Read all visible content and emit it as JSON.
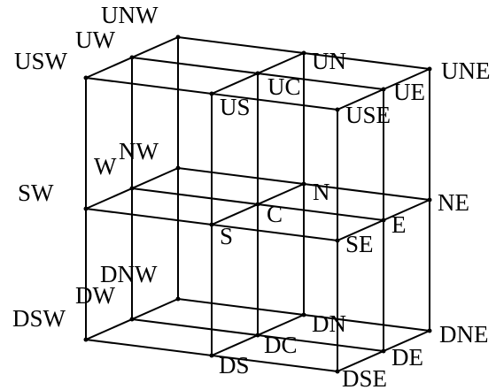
{
  "diagram": {
    "description_labels": {
      "top_layer": [
        "UNW",
        "UW",
        "USW",
        "UN",
        "UC",
        "US",
        "UNE",
        "UE",
        "USE"
      ],
      "middle_layer": [
        "NW",
        "W",
        "SW",
        "N",
        "C",
        "S",
        "NE",
        "E",
        "SE"
      ],
      "bottom_layer": [
        "DNW",
        "DW",
        "DSW",
        "DN",
        "DC",
        "DS",
        "DNE",
        "DE",
        "DSE"
      ]
    },
    "labels": {
      "UNW": "UNW",
      "UW": "UW",
      "USW": "USW",
      "UN": "UN",
      "UC": "UC",
      "US": "US",
      "UNE": "UNE",
      "UE": "UE",
      "USE": "USE",
      "NW": "NW",
      "W": "W",
      "SW": "SW",
      "N": "N",
      "C": "C",
      "S": "S",
      "NE": "NE",
      "E": "E",
      "SE": "SE",
      "DNW": "DNW",
      "DW": "DW",
      "DSW": "DSW",
      "DN": "DN",
      "DC": "DC",
      "DS": "DS",
      "DNE": "DNE",
      "DE": "DE",
      "DSE": "DSE"
    },
    "line_color": "#000000"
  }
}
